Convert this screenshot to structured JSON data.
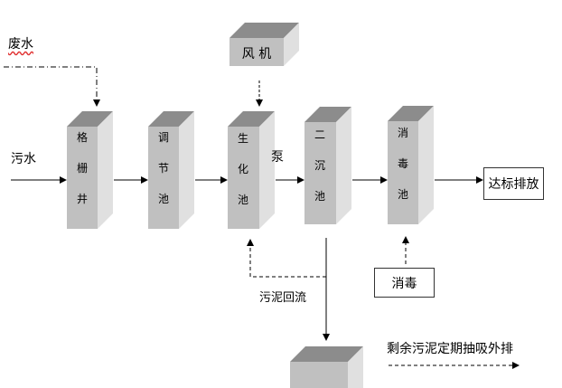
{
  "diagram": {
    "type": "process-flow",
    "title": "",
    "inputs": {
      "wastewater_dashed": "废水",
      "sewage": "污水"
    },
    "units": [
      {
        "id": "grille-well",
        "label": [
          "格",
          "栅",
          "井"
        ]
      },
      {
        "id": "regulating-tank",
        "label": [
          "调",
          "节",
          "池"
        ]
      },
      {
        "id": "bio-tank",
        "label": [
          "生",
          "化",
          "池"
        ]
      },
      {
        "id": "secondary-settling-tank",
        "label": [
          "二",
          "沉",
          "池"
        ]
      },
      {
        "id": "disinfection-tank",
        "label": [
          "消",
          "毒",
          "池"
        ]
      }
    ],
    "blower": "风 机",
    "pump": "泵",
    "discharge": "达标排放",
    "disinfect": "消毒",
    "sludge_return": "污泥回流",
    "sludge_note": "剩余污泥定期抽吸外排",
    "colors": {
      "box_front": "#c0c0c0",
      "box_top": "#8c8c8c",
      "box_side": "#e0e0e0",
      "line": "#000000"
    }
  }
}
